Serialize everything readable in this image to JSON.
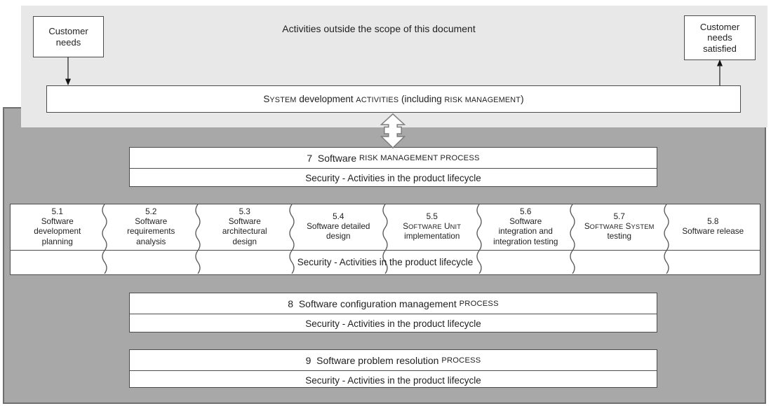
{
  "figure": {
    "outside_scope_label": "Activities outside the scope of this document",
    "colors": {
      "light_band": "#e8e8e8",
      "dark_panel": "#a8a8a8",
      "panel_border": "#6f6f6f",
      "box_border": "#4c4c4c",
      "box_fill": "#ffffff",
      "arrow_outline": "#7d7d7d",
      "text": "#1f1f1f"
    }
  },
  "customer_needs": {
    "lines": [
      "Customer",
      "needs"
    ]
  },
  "customer_needs_satisfied": {
    "lines": [
      "Customer",
      "needs",
      "satisfied"
    ]
  },
  "system_box": {
    "title": [
      {
        "t": "S"
      },
      {
        "t": "YSTEM",
        "sc": true
      },
      {
        "t": " development "
      },
      {
        "t": "ACTIVITIES",
        "sc": true
      },
      {
        "t": " (including "
      },
      {
        "t": "RISK MANAGEMENT",
        "sc": true
      },
      {
        "t": ")"
      }
    ]
  },
  "process7": {
    "title": [
      {
        "t": "7  Software "
      },
      {
        "t": "RISK MANAGEMENT PROCESS",
        "sc": true
      }
    ],
    "security": "Security - Activities in the product lifecycle"
  },
  "lifecycle_table": {
    "cells": [
      {
        "num": "5.1",
        "lines": [
          "Software",
          "development",
          "planning"
        ]
      },
      {
        "num": "5.2",
        "lines": [
          "Software",
          "requirements",
          "analysis"
        ]
      },
      {
        "num": "5.3",
        "lines": [
          "Software",
          "architectural",
          "design"
        ]
      },
      {
        "num": "5.4",
        "lines": [
          "Software detailed",
          "design"
        ]
      },
      {
        "num": "5.5",
        "lines": [
          [
            {
              "t": "S"
            },
            {
              "t": "OFTWARE",
              "sc": true
            },
            {
              "t": " "
            },
            {
              "t": "U"
            },
            {
              "t": "NIT",
              "sc": true
            }
          ],
          "implementation"
        ]
      },
      {
        "num": "5.6",
        "lines": [
          "Software",
          "integration and",
          "integration testing"
        ]
      },
      {
        "num": "5.7",
        "lines": [
          [
            {
              "t": "S"
            },
            {
              "t": "OFTWARE",
              "sc": true
            },
            {
              "t": " "
            },
            {
              "t": "S"
            },
            {
              "t": "YSTEM",
              "sc": true
            }
          ],
          "testing"
        ]
      },
      {
        "num": "5.8",
        "lines": [
          "Software release"
        ]
      }
    ],
    "security": "Security - Activities in the product lifecycle"
  },
  "process8": {
    "title": [
      {
        "t": "8  Software configuration management "
      },
      {
        "t": "PROCESS",
        "sc": true
      }
    ],
    "security": "Security - Activities in the product lifecycle"
  },
  "process9": {
    "title": [
      {
        "t": "9  Software problem resolution "
      },
      {
        "t": "PROCESS",
        "sc": true
      }
    ],
    "security": "Security - Activities in the product lifecycle"
  }
}
